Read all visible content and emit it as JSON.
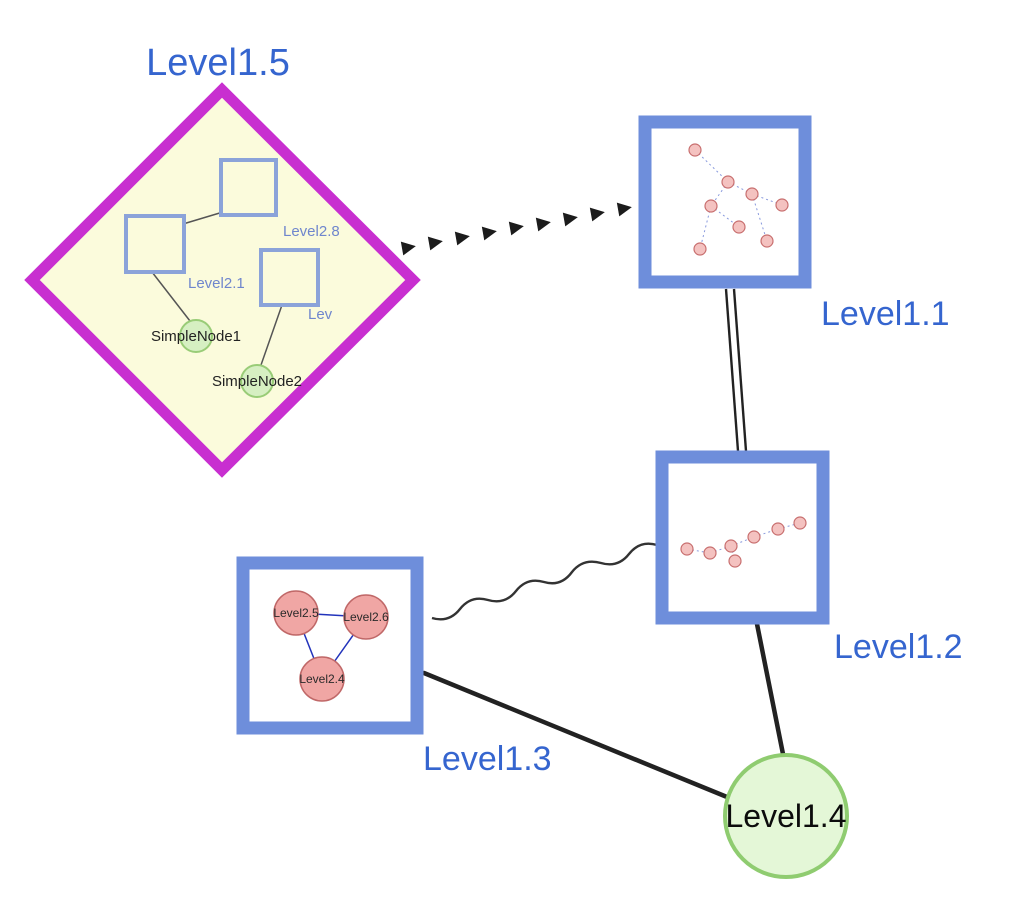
{
  "colors": {
    "group_border": "#c82fd0",
    "group_fill": "#fbfbdc",
    "node_border_blue": "#6e8edb",
    "label_blue": "#3565cf",
    "inner_label_blue": "#6f86cd",
    "simple_node_fill": "#d6efc2",
    "simple_node_border": "#99cc77",
    "pink_node_fill": "#f0a6a4",
    "pink_node_border": "#c06868",
    "green_circle_fill": "#e4f7d7",
    "green_circle_border": "#8fcc70",
    "edge_color": "#222222",
    "mini_edge_color": "#8899dd"
  },
  "group": {
    "label": "Level1.5",
    "shape": "diamond",
    "squares": [
      {
        "label": "Level2.8"
      },
      {
        "label": "Level2.1"
      },
      {
        "label": "Lev"
      }
    ],
    "simple_nodes": [
      {
        "label": "SimpleNode1"
      },
      {
        "label": "SimpleNode2"
      }
    ]
  },
  "nodes": [
    {
      "label": "Level1.1",
      "shape": "square",
      "content": "mini-graph"
    },
    {
      "label": "Level1.2",
      "shape": "square",
      "content": "mini-graph"
    },
    {
      "label": "Level1.3",
      "shape": "square",
      "content": "mini-graph",
      "children": [
        {
          "label": "Level2.5"
        },
        {
          "label": "Level2.6"
        },
        {
          "label": "Level2.4"
        }
      ]
    },
    {
      "label": "Level1.4",
      "shape": "circle"
    }
  ],
  "edges": [
    {
      "from": "Level1.5",
      "to": "Level1.1",
      "style": "bold-dashed-arrows"
    },
    {
      "from": "Level1.1",
      "to": "Level1.2",
      "style": "double-parallel"
    },
    {
      "from": "Level1.3",
      "to": "Level1.2",
      "style": "wavy"
    },
    {
      "from": "Level1.3",
      "to": "Level1.4",
      "style": "solid"
    },
    {
      "from": "Level1.2",
      "to": "Level1.4",
      "style": "solid"
    }
  ]
}
